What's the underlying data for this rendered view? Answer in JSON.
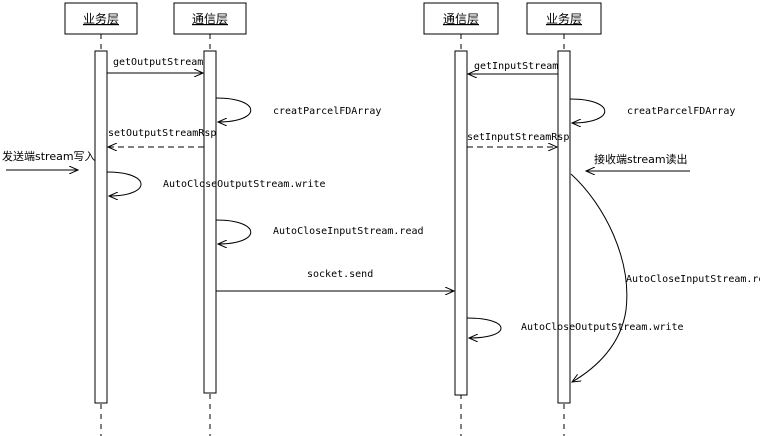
{
  "actors": {
    "a1": "业务层",
    "a2": "通信层",
    "a3": "通信层",
    "a4": "业务层"
  },
  "messages": {
    "get_output_stream": "getOutputStream",
    "creat_parcel_left": "creatParcelFDArray",
    "set_output_stream_rsp": "setOutputStreamRsp",
    "auto_close_output_left": "AutoCloseOutputStream.write",
    "auto_close_input_left": "AutoCloseInputStream.read",
    "socket_send": "socket.send",
    "get_input_stream": "getInputStream",
    "creat_parcel_right": "creatParcelFDArray",
    "set_input_stream_rsp": "setInputStreamRsp",
    "auto_close_input_right": "AutoCloseInputStream.read",
    "auto_close_output_right": "AutoCloseOutputStream.write"
  },
  "notes": {
    "sender_write": "发送端stream写入",
    "receiver_read": "接收端stream读出"
  }
}
